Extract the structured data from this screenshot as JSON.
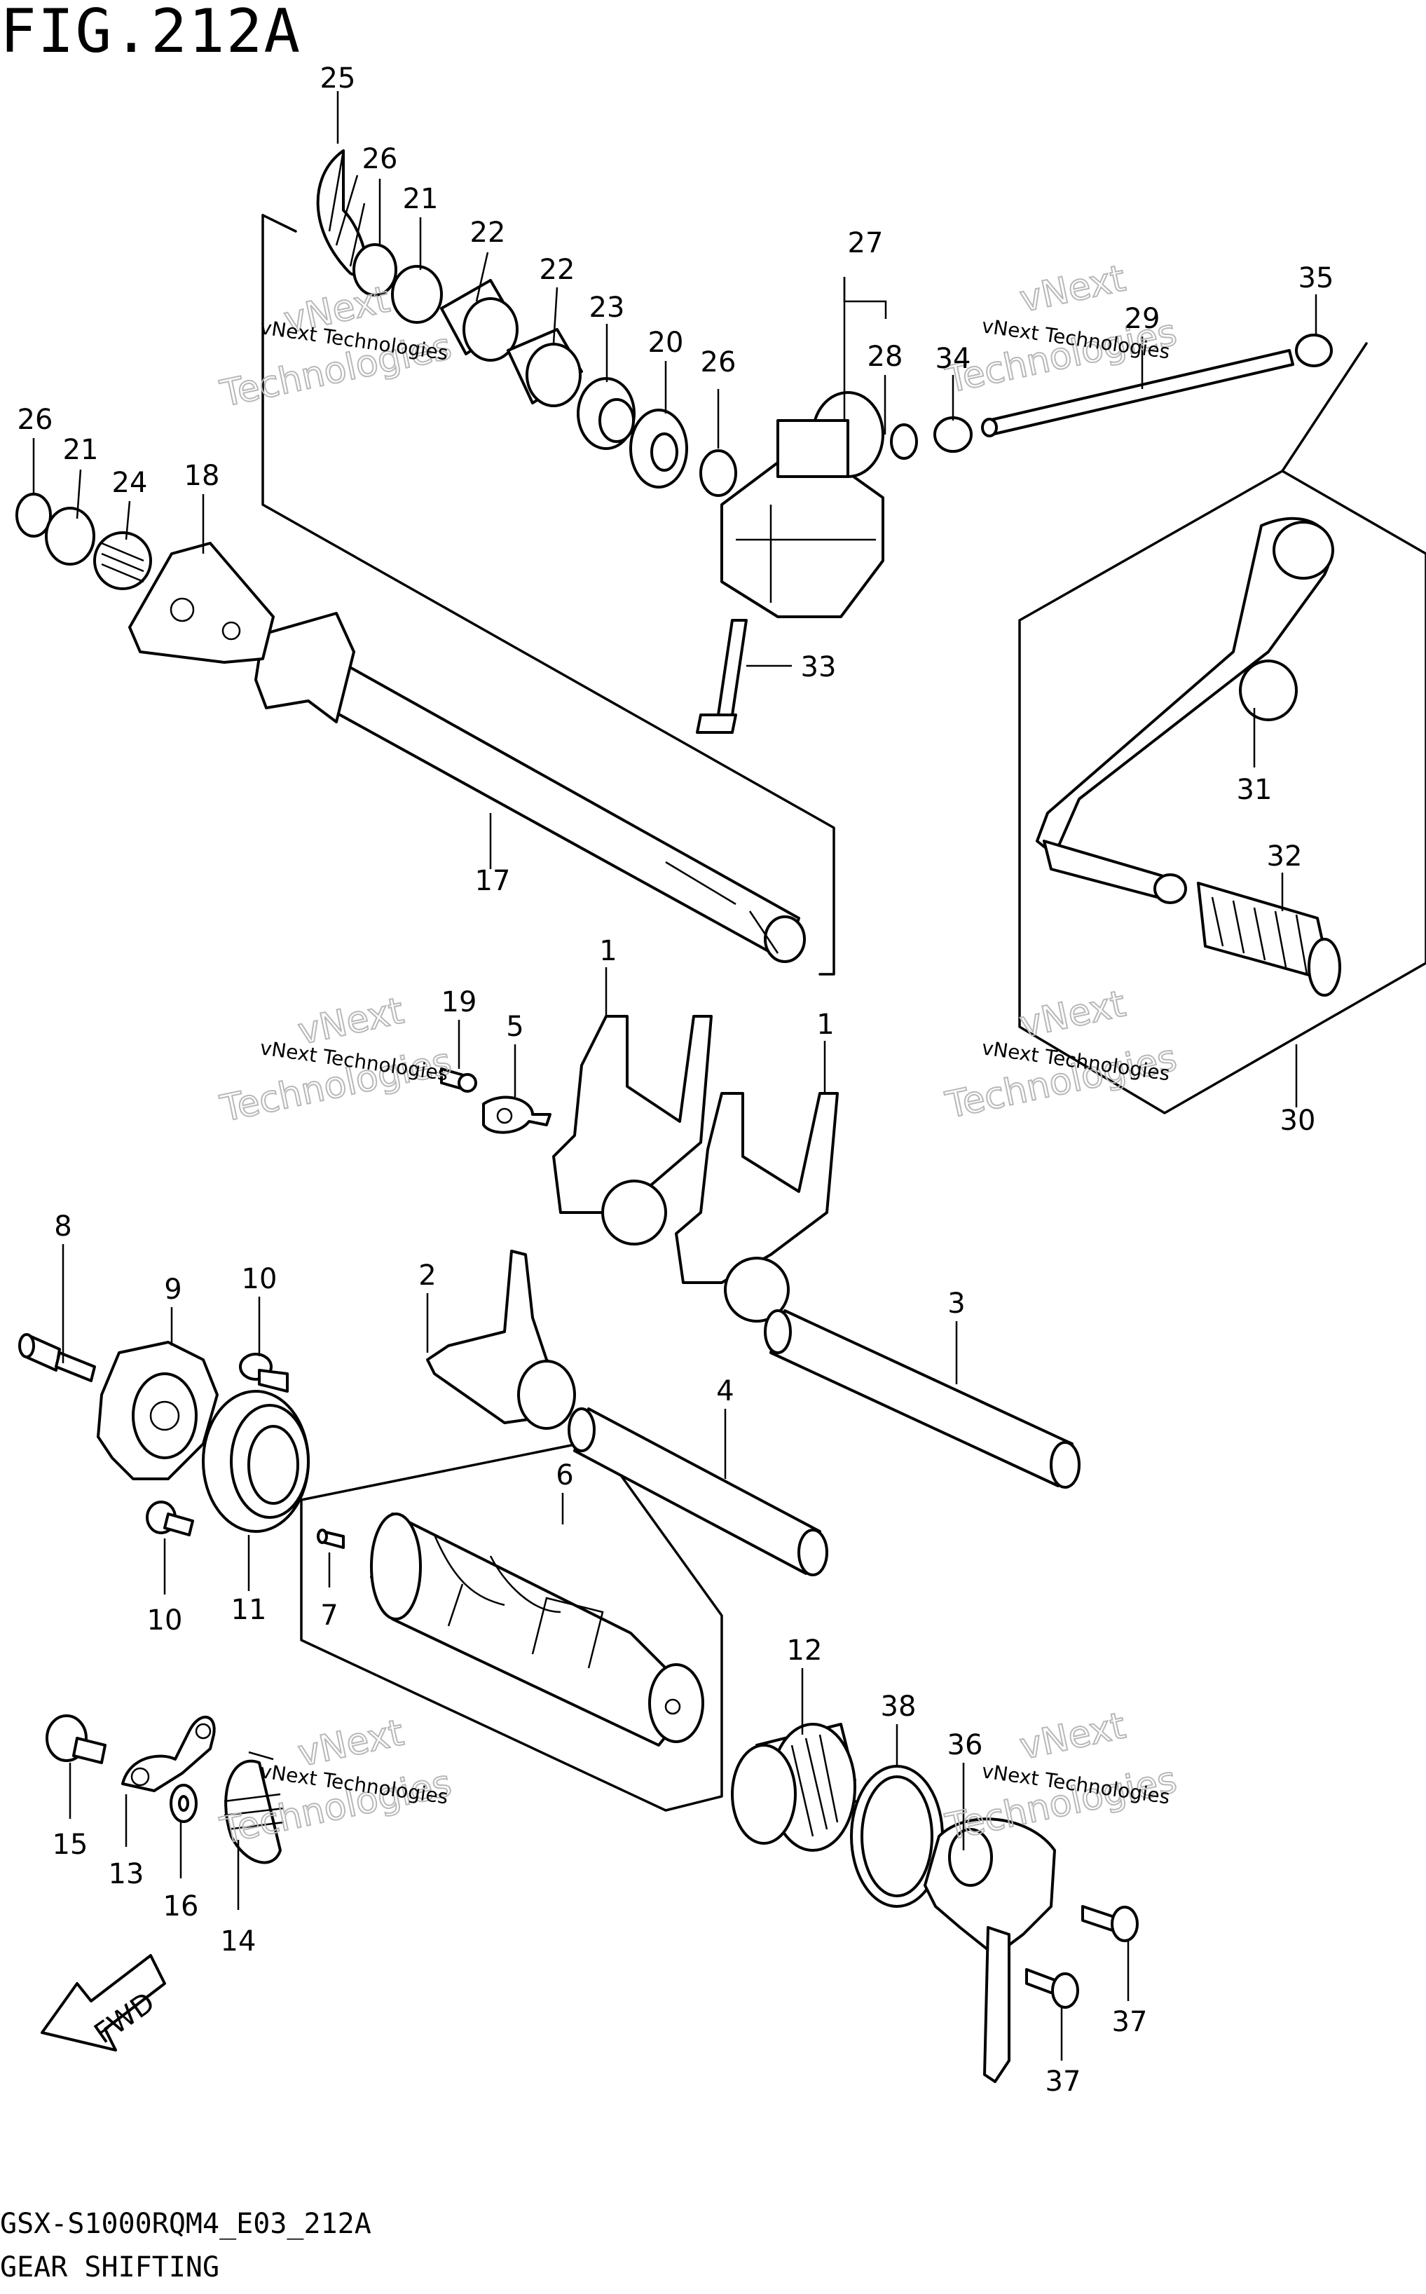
{
  "figure": {
    "title": "FIG.212A",
    "code": "GSX-S1000RQM4_E03_212A",
    "name": "GEAR SHIFTING",
    "fwd_label": "FWD"
  },
  "watermark": {
    "line1": "vNext Technologies",
    "big_line1": "vNext",
    "big_line2": "Technologies"
  },
  "parts": [
    {
      "label": "25"
    },
    {
      "label": "26"
    },
    {
      "label": "21"
    },
    {
      "label": "22"
    },
    {
      "label": "22"
    },
    {
      "label": "23"
    },
    {
      "label": "20"
    },
    {
      "label": "26"
    },
    {
      "label": "27"
    },
    {
      "label": "28"
    },
    {
      "label": "34"
    },
    {
      "label": "29"
    },
    {
      "label": "35"
    },
    {
      "label": "26"
    },
    {
      "label": "21"
    },
    {
      "label": "24"
    },
    {
      "label": "18"
    },
    {
      "label": "33"
    },
    {
      "label": "31"
    },
    {
      "label": "32"
    },
    {
      "label": "17"
    },
    {
      "label": "30"
    },
    {
      "label": "1"
    },
    {
      "label": "1"
    },
    {
      "label": "19"
    },
    {
      "label": "5"
    },
    {
      "label": "8"
    },
    {
      "label": "9"
    },
    {
      "label": "10"
    },
    {
      "label": "2"
    },
    {
      "label": "3"
    },
    {
      "label": "4"
    },
    {
      "label": "6"
    },
    {
      "label": "7"
    },
    {
      "label": "10"
    },
    {
      "label": "11"
    },
    {
      "label": "12"
    },
    {
      "label": "38"
    },
    {
      "label": "36"
    },
    {
      "label": "15"
    },
    {
      "label": "13"
    },
    {
      "label": "16"
    },
    {
      "label": "14"
    },
    {
      "label": "37"
    },
    {
      "label": "37"
    }
  ]
}
